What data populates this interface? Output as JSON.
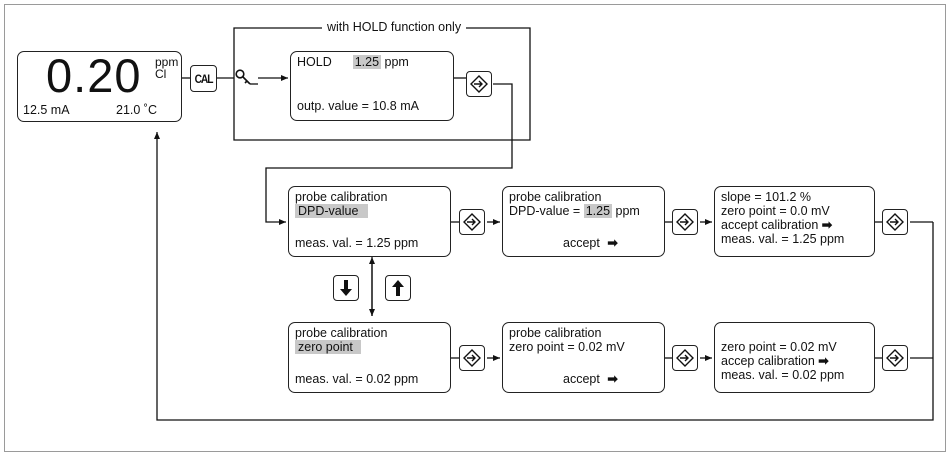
{
  "display": {
    "value": "0.20",
    "unit_top": "ppm",
    "unit_bottom": "Cl",
    "current": "12.5 mA",
    "temperature": "21.0 ˚C"
  },
  "cal_key": "CAL",
  "hold_group_label": "with HOLD function only",
  "hold_box": {
    "title": "HOLD",
    "value": "1.25",
    "unit": "ppm",
    "output": "outp. value = 10.8 mA"
  },
  "row1": {
    "box1": {
      "line1": "probe calibration",
      "line2": "DPD-value",
      "line3": "meas. val. = 1.25 ppm"
    },
    "box2": {
      "line1": "probe calibration",
      "line2_prefix": "DPD-value = ",
      "line2_value": "1.25",
      "line2_unit": " ppm",
      "accept": "accept"
    },
    "box3": {
      "line1": "slope = 101.2 %",
      "line2": "zero point = 0.0 mV",
      "line3": "accept calibration",
      "line4": "meas. val. = 1.25 ppm"
    }
  },
  "row2": {
    "box1": {
      "line1": "probe calibration",
      "line2": "zero point",
      "line3": "meas. val. = 0.02 ppm"
    },
    "box2": {
      "line1": "probe calibration",
      "line2": "zero point = 0.02 mV",
      "accept": "accept"
    },
    "box3": {
      "line1": "zero point = 0.02 mV",
      "line2": "accep calibration",
      "line3": "meas. val. = 0.02 ppm"
    }
  },
  "icons": {
    "enter": "enter-key-icon",
    "down": "down-arrow-key-icon",
    "up": "up-arrow-key-icon",
    "key": "key-icon",
    "accept_arrow": "right-arrow-icon"
  }
}
